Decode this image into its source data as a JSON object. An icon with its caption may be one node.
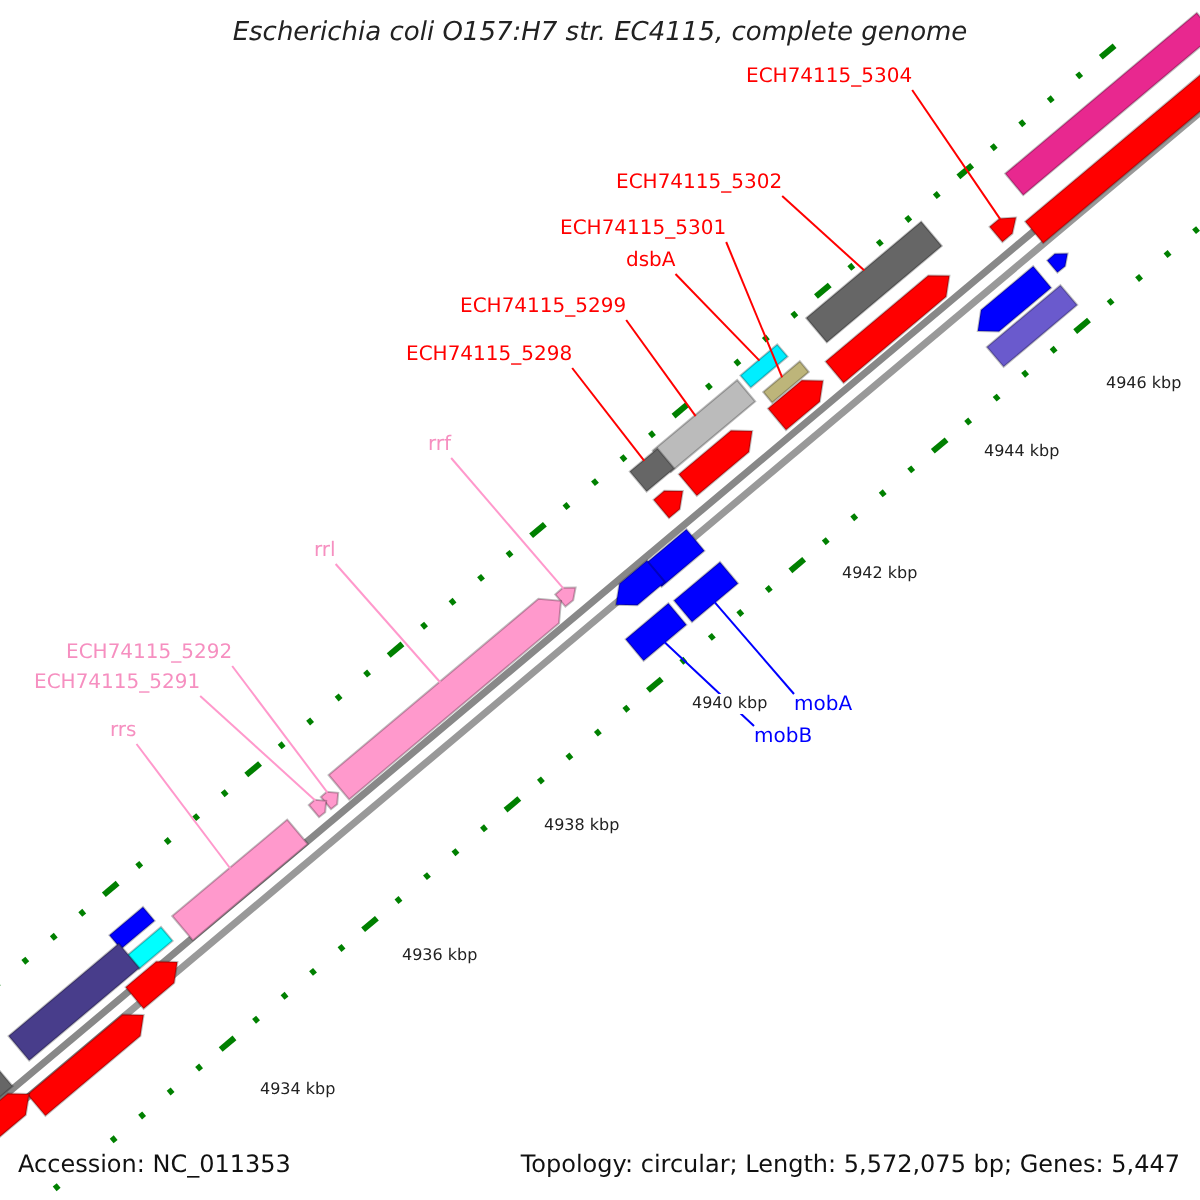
{
  "diagram": {
    "title": "Escherichia coli O157:H7 str. EC4115, complete genome",
    "nodes": [
      {
        "text": [
          "ECH74115_5304"
        ]
      },
      {
        "text": [],
        "shape": "bar"
      },
      {
        "text": [
          "ECH74115_5302"
        ]
      },
      {
        "text": [],
        "shape": "bar"
      },
      {
        "text": [
          "ECH74115_5301"
        ]
      },
      {
        "text": [],
        "shape": "bar"
      },
      {
        "text": [
          "dsbA"
        ]
      },
      {
        "text": [],
        "shape": "bar"
      },
      {
        "text": [
          "ECH74115_5299"
        ]
      },
      {
        "text": [],
        "shape": "bar"
      },
      {
        "text": [
          "ECH74115_5298"
        ]
      },
      {
        "text": [],
        "shape": "bar"
      },
      {
        "text": [
          "rrf"
        ]
      },
      {
        "text": [],
        "shape": "bar"
      },
      {
        "text": [
          "rrl"
        ]
      },
      {
        "text": [],
        "shape": "bar"
      },
      {
        "text": [
          "ECH74115_5292"
        ]
      },
      {
        "text": [],
        "shape": "bar"
      },
      {
        "text": [
          "ECH74115_5291"
        ]
      },
      {
        "text": [],
        "shape": "bar"
      },
      {
        "text": [
          "rrs"
        ]
      },
      {
        "text": [],
        "shape": "bar"
      },
      {
        "text": [
          "mobA"
        ]
      },
      {
        "text": [],
        "shape": "bar"
      },
      {
        "text": [
          "mobB"
        ]
      },
      {
        "text": [],
        "shape": "bar"
      },
      {
        "text": [],
        "shape": "bar"
      },
      {
        "text": [],
        "shape": "bar"
      },
      {
        "text": [],
        "shape": "bar"
      },
      {
        "text": [],
        "shape": "bar"
      },
      {
        "text": [],
        "shape": "bar"
      },
      {
        "text": [],
        "shape": "bar"
      },
      {
        "text": [],
        "shape": "bar"
      },
      {
        "text": [],
        "shape": "bar"
      },
      {
        "text": [],
        "shape": "bar"
      },
      {
        "text": [],
        "shape": "bar"
      },
      {
        "text": [],
        "shape": "bar"
      },
      {
        "text": [],
        "shape": "bar"
      },
      {
        "text": [],
        "shape": "bar"
      },
      {
        "text": [],
        "shape": "bar"
      },
      {
        "text": [],
        "shape": "bar"
      },
      {
        "text": [],
        "shape": "bar"
      },
      {
        "text": [],
        "shape": "bar"
      },
      {
        "text": [],
        "shape": "bar"
      }
    ],
    "edges": [
      {
        "from": 0,
        "to": 1,
        "arrow": "none"
      },
      {
        "from": 2,
        "to": 3,
        "arrow": "none"
      },
      {
        "from": 4,
        "to": 5,
        "arrow": "none"
      },
      {
        "from": 6,
        "to": 7,
        "arrow": "none"
      },
      {
        "from": 8,
        "to": 9,
        "arrow": "none"
      },
      {
        "from": 10,
        "to": 11,
        "arrow": "none"
      },
      {
        "from": 12,
        "to": 13,
        "arrow": "none",
        "color": "#ff99cc"
      },
      {
        "from": 14,
        "to": 15,
        "arrow": "none",
        "color": "#ff99cc"
      },
      {
        "from": 16,
        "to": 17,
        "arrow": "none",
        "color": "#ff99cc"
      },
      {
        "from": 18,
        "to": 19,
        "arrow": "none",
        "color": "#ff99cc"
      },
      {
        "from": 20,
        "to": 21,
        "arrow": "none",
        "color": "#ff99cc"
      },
      {
        "from": 22,
        "to": 23,
        "arrow": "none",
        "color": "#0000ff"
      },
      {
        "from": 24,
        "to": 25,
        "arrow": "none",
        "color": "#0000ff"
      }
    ],
    "labels": [
      "4946 kbp",
      "4944 kbp",
      "4942 kbp",
      "4940 kbp",
      "4938 kbp",
      "4936 kbp",
      "4934 kbp",
      "Accession: NC_011353",
      "Topology: circular; Length: 5,572,075 bp; Genes: 5,447"
    ]
  }
}
